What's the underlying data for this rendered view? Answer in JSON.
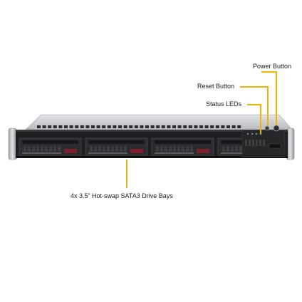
{
  "callouts": {
    "power_button": "Power Button",
    "reset_button": "Reset Button",
    "status_leds": "Status LEDs",
    "drive_bays": "4x 3.5” Hot-swap SATA3 Drive Bays"
  },
  "server": {
    "drive_bay_count": 4,
    "status_led_count": 4
  },
  "colors": {
    "leader": "#f0b400",
    "chassis_top": "#d3d5d8",
    "front_panel": "#1e1f21",
    "tray": "#2b2c2f",
    "latch": "#7a1f2b",
    "rack_ear": "#c4c6c9"
  }
}
